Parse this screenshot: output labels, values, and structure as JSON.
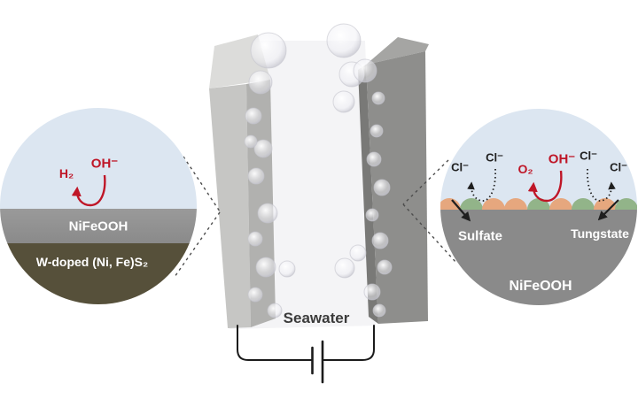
{
  "left_inset": {
    "h2_label": "H₂",
    "oh_label": "OH⁻",
    "nifeooh_label": "NiFeOOH",
    "wdoped_label": "W-doped (Ni, Fe)S₂"
  },
  "cell": {
    "seawater_label": "Seawater"
  },
  "right_inset": {
    "cl_labels": [
      "Cl⁻",
      "Cl⁻",
      "Cl⁻",
      "Cl⁻"
    ],
    "o2_label": "O₂",
    "oh_label": "OH⁻",
    "sulfate_label": "Sulfate",
    "tungstate_label": "Tungstate",
    "nifeooh_label": "NiFeOOH"
  },
  "colors": {
    "reaction-red": "#bf1627",
    "electrolyte-blue": "#dce6f1",
    "nifeooh-gray": "#8a8a8a",
    "nifeooh-gray-light": "#9a9a9a",
    "wdoped-olive": "#56503a",
    "bump-orange": "#e6a77e",
    "bump-green": "#92b489",
    "ink": "#1b1b1b",
    "callout-gray": "#4d4d4d",
    "seawater-text": "#3b3b3b"
  }
}
